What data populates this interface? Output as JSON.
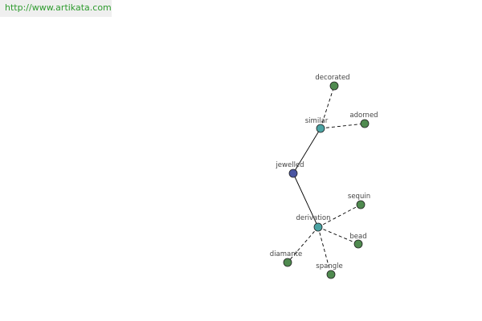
{
  "header": {
    "url": "http://www.artikata.com"
  },
  "graph": {
    "colors": {
      "root": "#4a55a2",
      "hub": "#4ba3a3",
      "leaf": "#4f8a4f",
      "edge": "#000000"
    },
    "nodes": [
      {
        "id": "jewelled",
        "label": "jewelled",
        "kind": "root"
      },
      {
        "id": "similar",
        "label": "similar",
        "kind": "hub"
      },
      {
        "id": "derivation",
        "label": "derivation",
        "kind": "hub"
      },
      {
        "id": "decorated",
        "label": "decorated",
        "kind": "leaf"
      },
      {
        "id": "adorned",
        "label": "adorned",
        "kind": "leaf"
      },
      {
        "id": "sequin",
        "label": "sequin",
        "kind": "leaf"
      },
      {
        "id": "bead",
        "label": "bead",
        "kind": "leaf"
      },
      {
        "id": "spangle",
        "label": "spangle",
        "kind": "leaf"
      },
      {
        "id": "diamante",
        "label": "diamante",
        "kind": "leaf"
      }
    ],
    "edges": [
      {
        "from": "jewelled",
        "to": "similar",
        "style": "solid"
      },
      {
        "from": "jewelled",
        "to": "derivation",
        "style": "solid"
      },
      {
        "from": "similar",
        "to": "decorated",
        "style": "dashed"
      },
      {
        "from": "similar",
        "to": "adorned",
        "style": "dashed"
      },
      {
        "from": "derivation",
        "to": "sequin",
        "style": "dashed"
      },
      {
        "from": "derivation",
        "to": "bead",
        "style": "dashed"
      },
      {
        "from": "derivation",
        "to": "spangle",
        "style": "dashed"
      },
      {
        "from": "derivation",
        "to": "diamante",
        "style": "dashed"
      }
    ]
  }
}
